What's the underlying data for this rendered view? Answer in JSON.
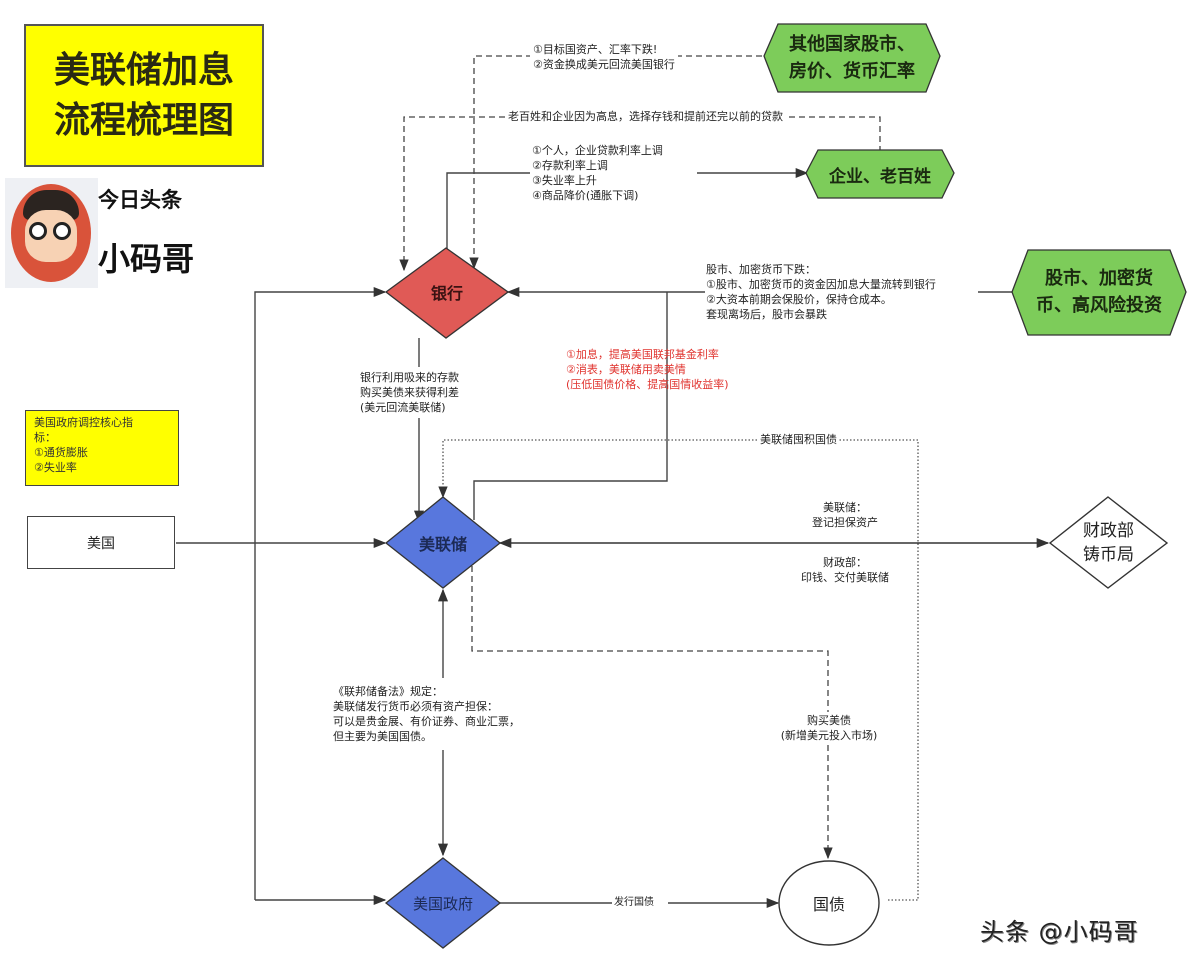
{
  "title": {
    "line1": "美联储加息",
    "line2": "流程梳理图"
  },
  "brand": {
    "platform": "今日头条",
    "author": "小码哥",
    "watermark": "头条 @小码哥"
  },
  "colors": {
    "title_bg": "#ffff00",
    "bank": "#e05a56",
    "fed": "#5877dd",
    "hexagon_green": "#7dcc5a",
    "red_text": "#e0332e"
  },
  "side_note": {
    "lines": [
      "美国政府调控核心指",
      "标：",
      "①通货膨胀",
      "②失业率"
    ]
  },
  "nodes": {
    "usa": "美国",
    "bank": "银行",
    "fed": "美联储",
    "us_government": "美国政府",
    "treasury_bond": "国债",
    "treasury_mint": [
      "财政部",
      "铸币局"
    ],
    "other_markets": [
      "其他国家股市、",
      "房价、货币汇率"
    ],
    "enterprises_people": "企业、老百姓",
    "stock_crypto": [
      "股市、加密货",
      "币、高风险投资"
    ]
  },
  "edge_labels": {
    "other_markets_to_bank": [
      "①目标国资产、汇率下跌!",
      "②资金换成美元回流美国银行"
    ],
    "people_to_bank": "老百姓和企业因为高息，选择存钱和提前还完以前的贷款",
    "bank_to_people": [
      "①个人，企业贷款利率上调",
      "②存款利率上调",
      "③失业率上升",
      "④商品降价(通胀下调)"
    ],
    "stock_to_bank": [
      "股市、加密货币下跌：",
      "①股市、加密货币的资金因加息大量流转到银行",
      "②大资本前期会保股价，保持仓成本。",
      "套现离场后，股市会暴跌"
    ],
    "bank_to_fed": [
      "银行利用吸来的存款",
      "购买美债来获得利差",
      "(美元回流美联储)"
    ],
    "fed_to_bank_red": [
      "①加息，提高美国联邦基金利率",
      "②消表，美联储用卖美情",
      "(压低国债价格、提高国情收益率)"
    ],
    "bond_to_fed": "美联储囤积国债",
    "fed_to_mint_top": [
      "美联储：",
      "登记担保资产"
    ],
    "fed_to_mint_bottom": [
      "财政部：",
      "印钱、交付美联储"
    ],
    "fed_gov_law": [
      "《联邦储备法》规定：",
      "美联储发行货币必须有资产担保：",
      "可以是贵金展、有价证券、商业汇票，",
      "但主要为美国国债。"
    ],
    "fed_to_bond": [
      "购买美债",
      "(新增美元投入市场)"
    ],
    "gov_to_bond": "发行国债"
  }
}
